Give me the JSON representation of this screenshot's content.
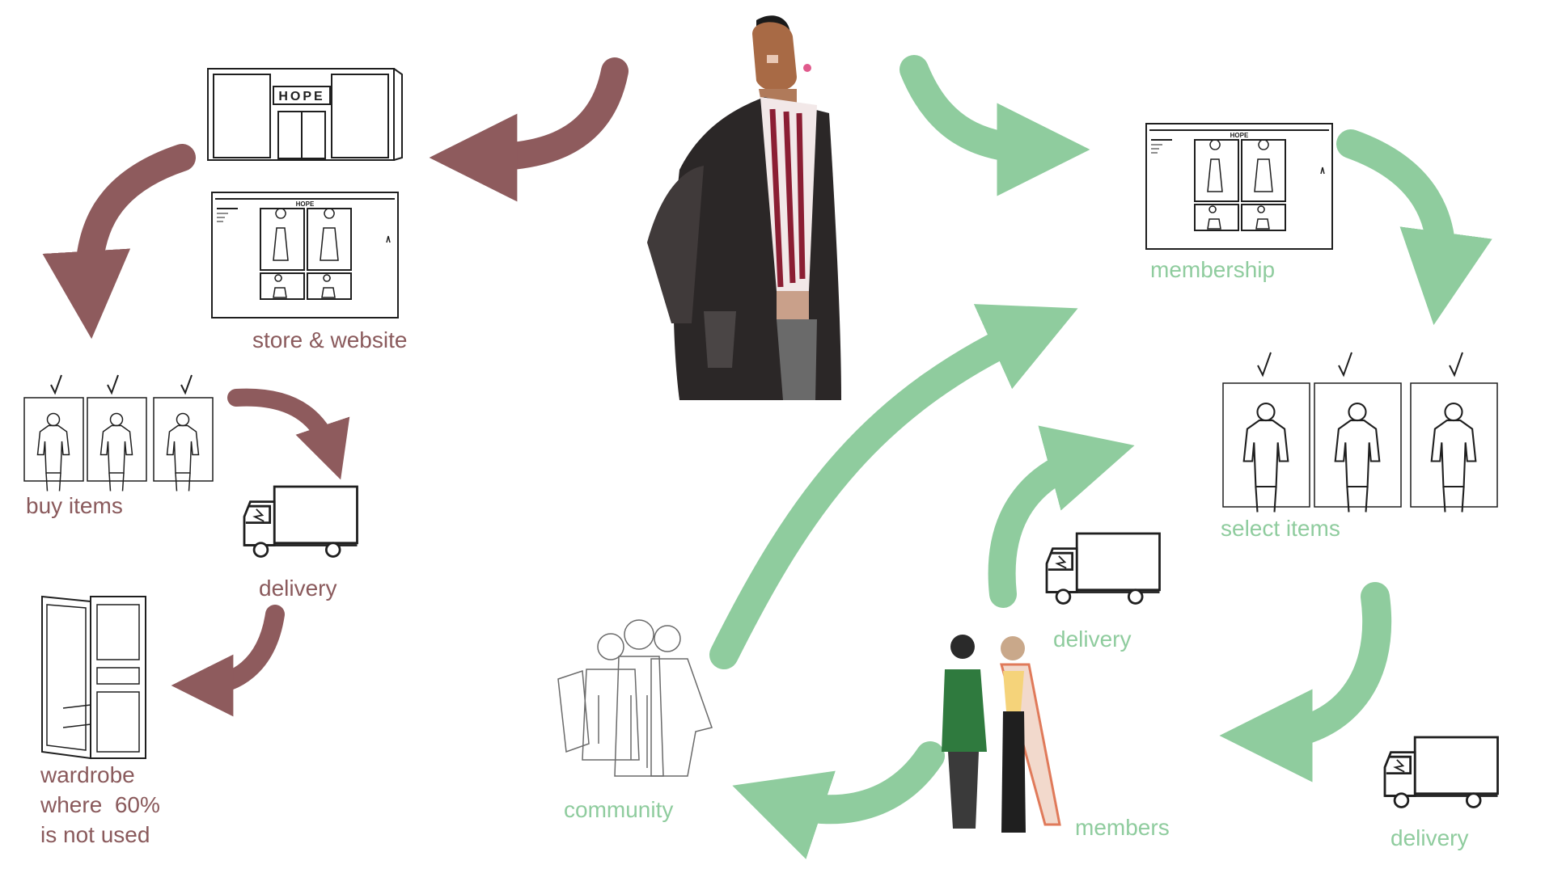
{
  "colors": {
    "maroon": "#8e5b5d",
    "green": "#8fcc9e",
    "ink": "#1f1f1f"
  },
  "labels": {
    "store_website": "store & website",
    "buy_items": "buy items",
    "delivery_left": "delivery",
    "wardrobe": "wardrobe\nwhere  60%\nis not used",
    "membership": "membership",
    "select_items": "select items",
    "delivery_center": "delivery",
    "delivery_right": "delivery",
    "members": "members",
    "community": "community"
  },
  "storefront_sign": "HOPE",
  "website_logo": "HOPE",
  "icons": [
    "shopper-figure-icon",
    "storefront-icon",
    "website-icon",
    "clothing-item-icon",
    "checkmark-icon",
    "truck-icon",
    "wardrobe-icon",
    "members-figures-icon",
    "community-group-icon",
    "curved-arrow-icon"
  ]
}
